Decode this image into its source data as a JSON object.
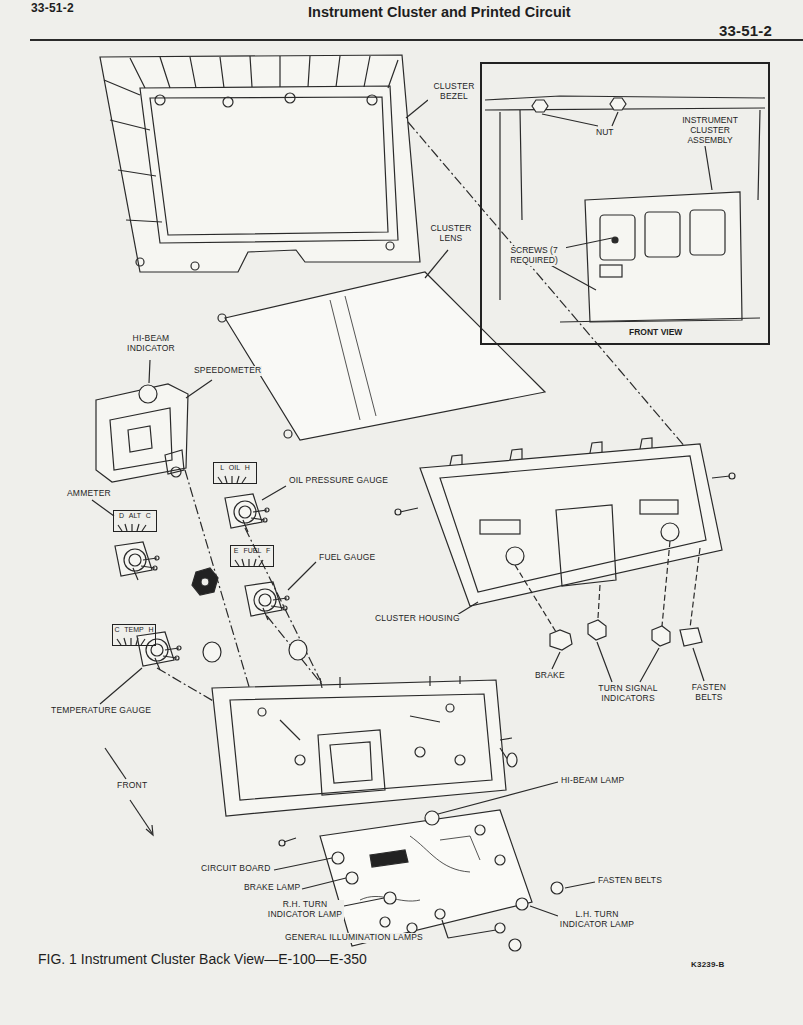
{
  "diagram": {
    "title": "Instrument Cluster and Printed Circuit",
    "caption": "FIG. 1 Instrument Cluster Back View—E-100—E-350",
    "nodes": [
      {
        "text": [
          "NUT",
          "INSTRUMENT CLUSTER ASSEMBLY",
          "SCREWS (7 REQUIRED)",
          "FRONT VIEW"
        ]
      },
      {
        "text": [
          "L OIL H"
        ]
      },
      {
        "text": [
          "D ALT C"
        ]
      },
      {
        "text": [
          "E FUEL F"
        ]
      },
      {
        "text": [
          "C TEMP H"
        ]
      }
    ],
    "labels": [
      "33-51-2",
      "33-51-2",
      "CLUSTER BEZEL",
      "CLUSTER LENS",
      "HI-BEAM INDICATOR",
      "SPEEDOMETER",
      "OIL PRESSURE GAUGE",
      "AMMETER",
      "FUEL GAUGE",
      "CLUSTER HOUSING",
      "BRAKE",
      "TURN SIGNAL INDICATORS",
      "FASTEN BELTS",
      "TEMPERATURE GAUGE",
      "FRONT",
      "HI-BEAM LAMP",
      "FASTEN BELTS",
      "CIRCUIT BOARD",
      "BRAKE LAMP",
      "R.H. TURN INDICATOR LAMP",
      "L.H. TURN INDICATOR LAMP",
      "GENERAL ILLUMINATION LAMPS",
      "K3239-B"
    ]
  }
}
